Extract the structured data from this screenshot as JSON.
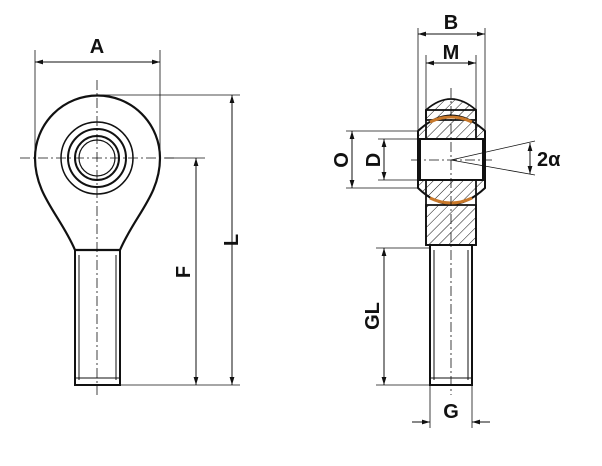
{
  "title": "Rod end technical drawing",
  "labels": {
    "A": "A",
    "L": "L",
    "F": "F",
    "B": "B",
    "M": "M",
    "O": "O",
    "D": "D",
    "angle": "2α",
    "GL": "GL",
    "G": "G"
  },
  "colors": {
    "line": "#111111",
    "liner": "#c8782a"
  }
}
